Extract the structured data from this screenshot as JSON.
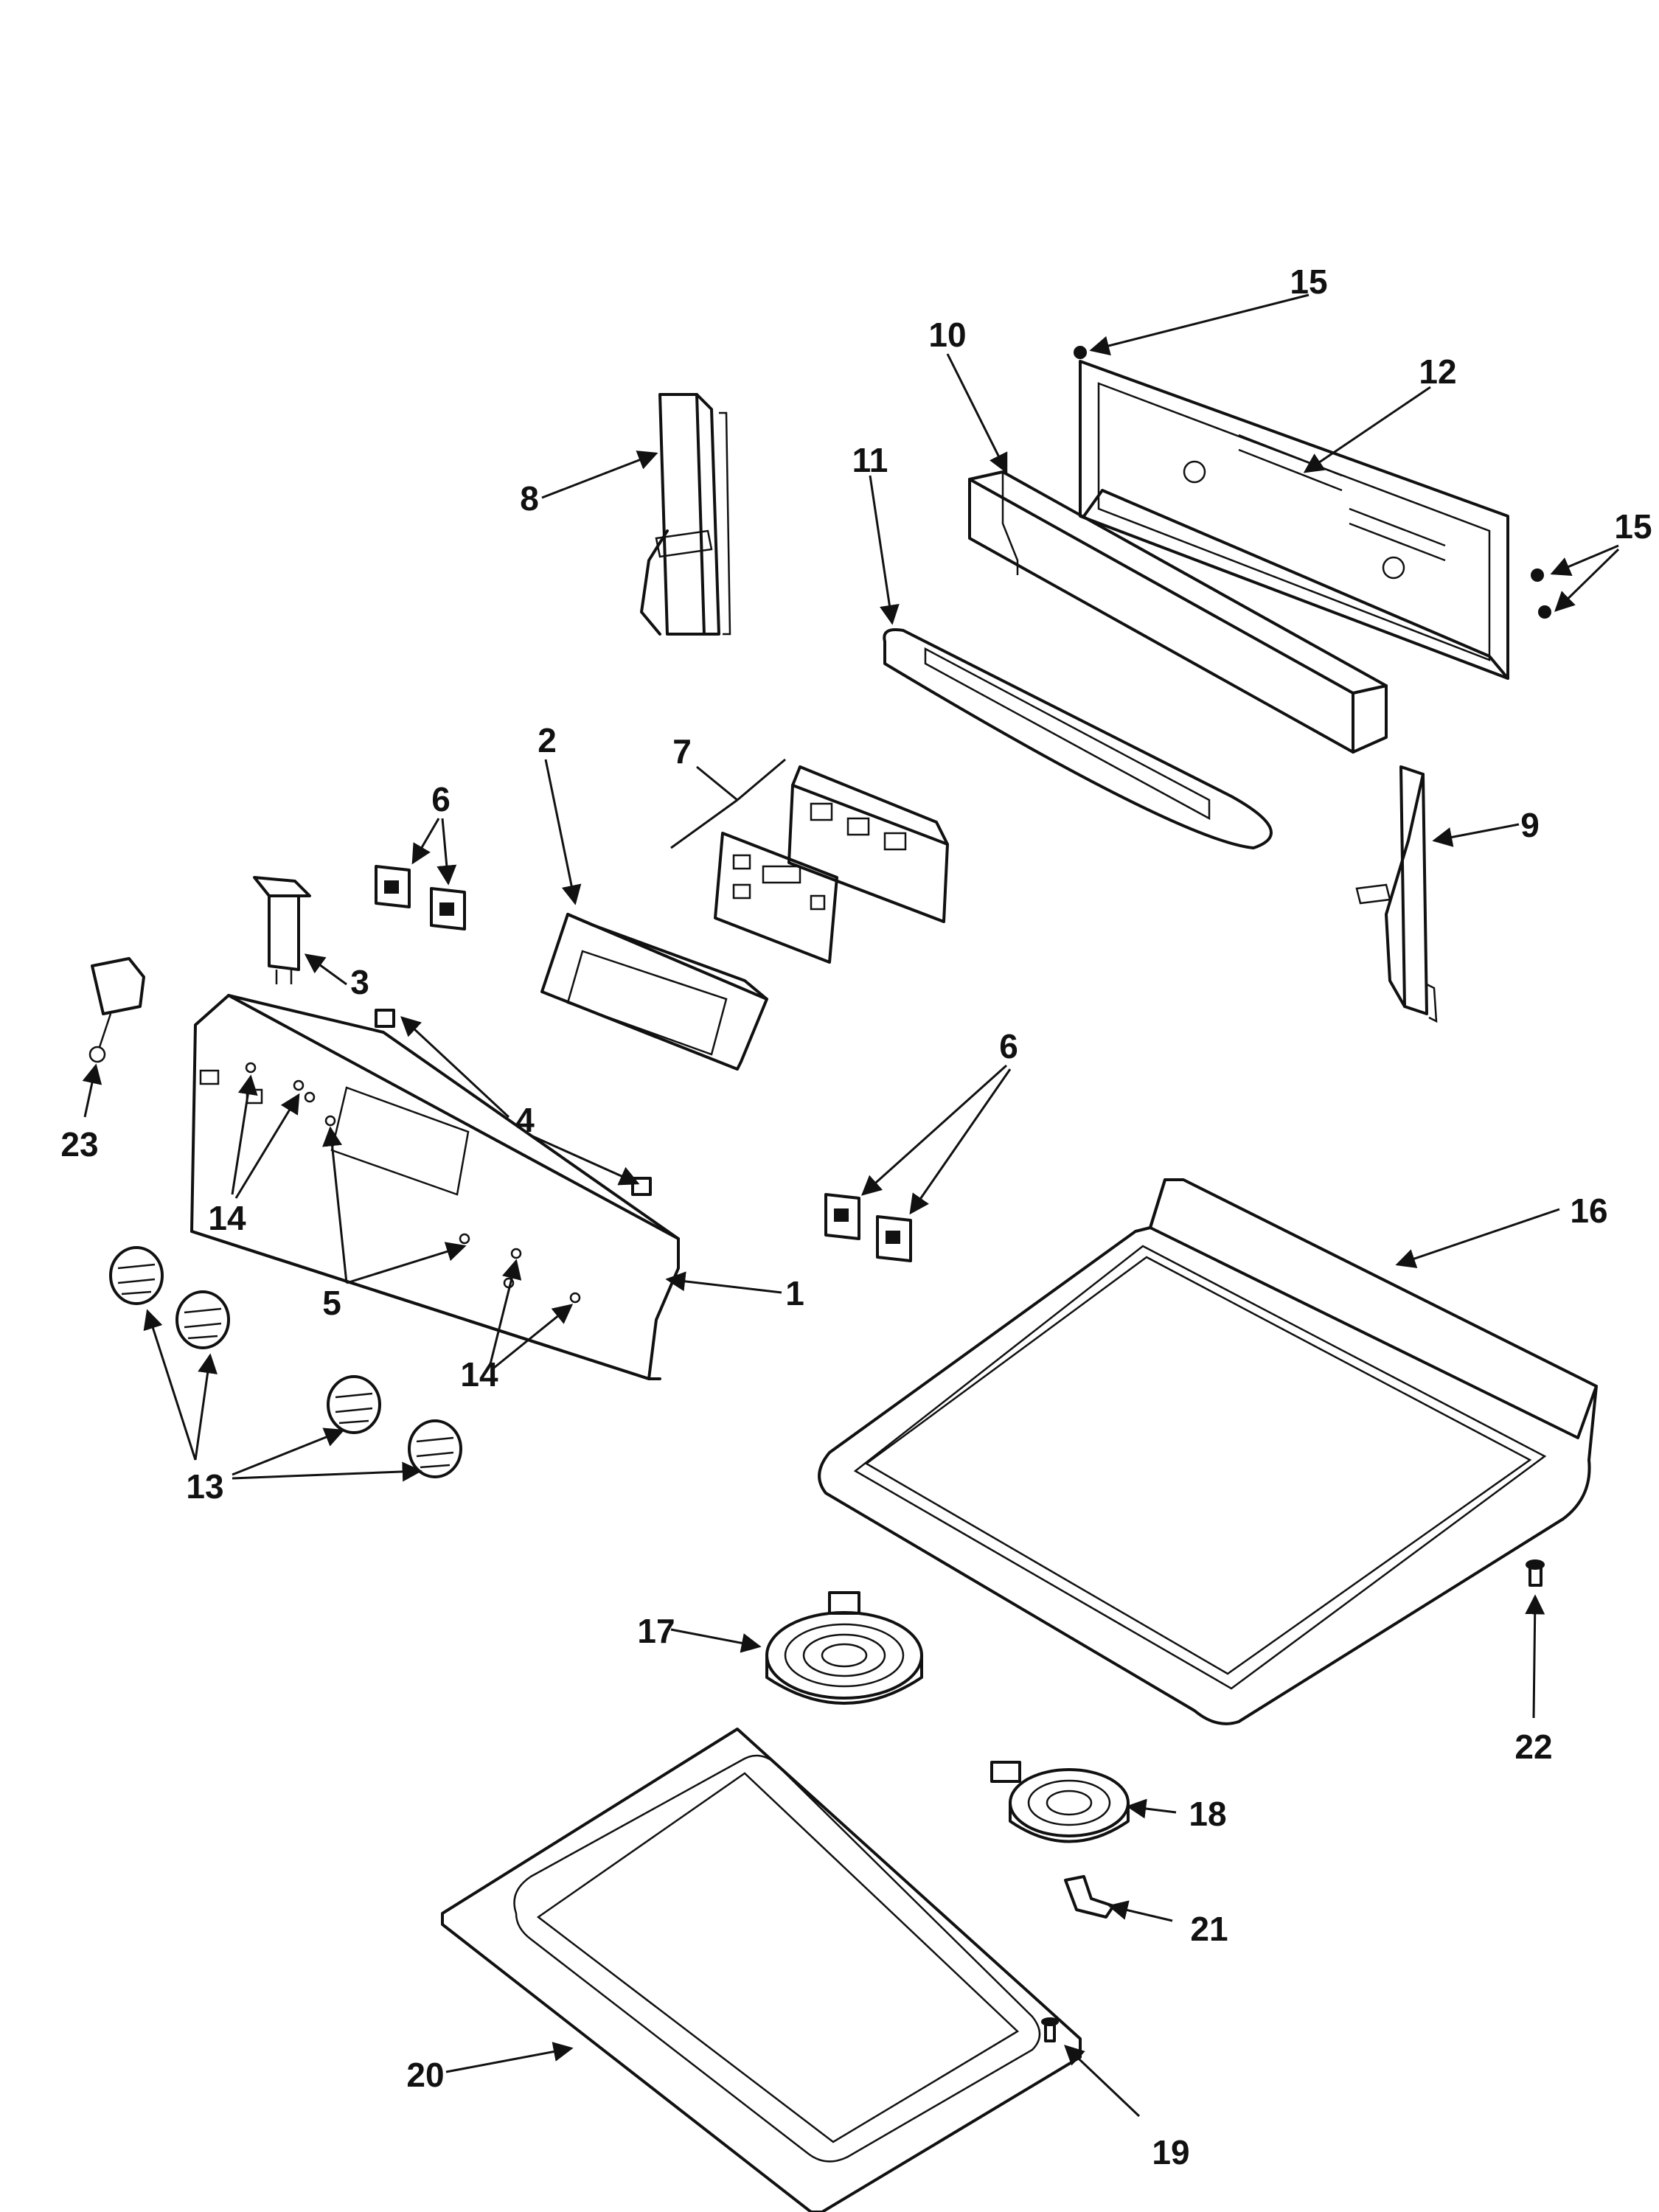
{
  "callouts": {
    "c1": "1",
    "c2": "2",
    "c3": "3",
    "c4": "4",
    "c5": "5",
    "c6a": "6",
    "c6b": "6",
    "c7": "7",
    "c8": "8",
    "c9": "9",
    "c10": "10",
    "c11": "11",
    "c12": "12",
    "c13": "13",
    "c14a": "14",
    "c14b": "14",
    "c15a": "15",
    "c15b": "15",
    "c16": "16",
    "c17": "17",
    "c18": "18",
    "c19": "19",
    "c20": "20",
    "c21": "21",
    "c22": "22",
    "c23": "23"
  }
}
